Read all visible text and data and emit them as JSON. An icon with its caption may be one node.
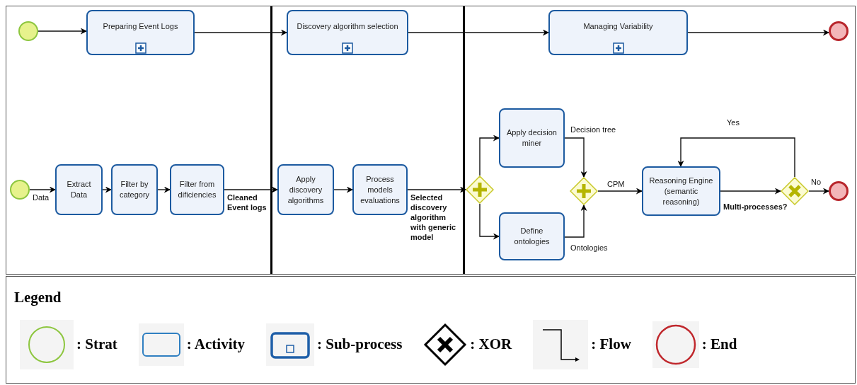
{
  "diagram": {
    "nodes": [
      {
        "text": [],
        "shape": "circle"
      },
      {
        "text": [
          "Preparing Event Logs"
        ]
      },
      {
        "text": [
          "Discovery algorithm selection"
        ]
      },
      {
        "text": [
          "Managing Variability"
        ]
      },
      {
        "text": [],
        "shape": "circle"
      },
      {
        "text": [],
        "shape": "circle"
      },
      {
        "text": [
          "Extract Data"
        ]
      },
      {
        "text": [
          "Filter by category"
        ]
      },
      {
        "text": [
          "Filter from dificiencies"
        ]
      },
      {
        "text": [
          "Apply discovery algorithms"
        ]
      },
      {
        "text": [
          "Process models evaluations"
        ]
      },
      {
        "text": [],
        "shape": "diamond"
      },
      {
        "text": [
          "Apply decision miner"
        ]
      },
      {
        "text": [
          "Define ontologies"
        ]
      },
      {
        "text": [],
        "shape": "diamond"
      },
      {
        "text": [
          "Reasoning Engine (semantic reasoning)"
        ]
      },
      {
        "text": [],
        "shape": "diamond"
      },
      {
        "text": [],
        "shape": "circle"
      }
    ],
    "edges": [
      {
        "from": 0,
        "to": 1,
        "arrow": "to"
      },
      {
        "from": 1,
        "to": 2,
        "arrow": "to"
      },
      {
        "from": 2,
        "to": 3,
        "arrow": "to"
      },
      {
        "from": 3,
        "to": 4,
        "arrow": "to"
      },
      {
        "from": 5,
        "to": 6,
        "arrow": "to",
        "label": "Data"
      },
      {
        "from": 6,
        "to": 7,
        "arrow": "to"
      },
      {
        "from": 7,
        "to": 8,
        "arrow": "to"
      },
      {
        "from": 8,
        "to": 9,
        "arrow": "to",
        "label": "Cleaned Event logs"
      },
      {
        "from": 9,
        "to": 10,
        "arrow": "to"
      },
      {
        "from": 10,
        "to": 11,
        "arrow": "to",
        "label": "Selected discovery algorithm with generic model"
      },
      {
        "from": 11,
        "to": 12,
        "arrow": "to"
      },
      {
        "from": 11,
        "to": 13,
        "arrow": "to"
      },
      {
        "from": 12,
        "to": 14,
        "arrow": "to",
        "label": "Decision tree"
      },
      {
        "from": 13,
        "to": 14,
        "arrow": "to",
        "label": "Ontologies"
      },
      {
        "from": 14,
        "to": 15,
        "arrow": "to",
        "label": "CPM"
      },
      {
        "from": 15,
        "to": 16,
        "arrow": "to",
        "label": "Multi-processes?"
      },
      {
        "from": 16,
        "to": 15,
        "arrow": "to",
        "label": "Yes"
      },
      {
        "from": 16,
        "to": 17,
        "arrow": "to",
        "label": "No"
      }
    ],
    "labels": [
      "Legend"
    ],
    "legend": [
      {
        "text": ": Strat"
      },
      {
        "text": ": Activity"
      },
      {
        "text": ": Sub-process"
      },
      {
        "text": ": XOR"
      },
      {
        "text": ": Flow"
      },
      {
        "text": ": End"
      }
    ]
  }
}
